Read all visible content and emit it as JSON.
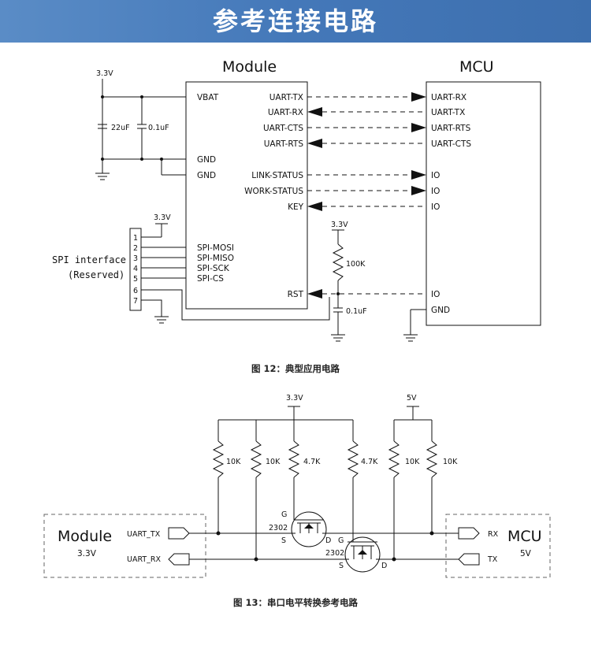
{
  "header": {
    "title": "参考连接电路"
  },
  "fig12": {
    "module_label": "Module",
    "mcu_label": "MCU",
    "supply_top": "3.3V",
    "cap_22": "22uF",
    "cap_01": "0.1uF",
    "module_left_pins": [
      "VBAT",
      "GND",
      "GND",
      "SPI-MOSI",
      "SPI-MISO",
      "SPI-SCK",
      "SPI-CS"
    ],
    "module_right_pins": [
      "UART-TX",
      "UART-RX",
      "UART-CTS",
      "UART-RTS",
      "LINK-STATUS",
      "WORK-STATUS",
      "KEY",
      "RST"
    ],
    "mcu_pins": [
      "UART-RX",
      "UART-TX",
      "UART-RTS",
      "UART-CTS",
      "IO",
      "IO",
      "IO",
      "IO",
      "GND"
    ],
    "spi_header_supply": "3.3V",
    "spi_header_pins": [
      "1",
      "2",
      "3",
      "4",
      "5",
      "6",
      "7"
    ],
    "spi_label_1": "SPI interface",
    "spi_label_2": "(Reserved)",
    "rst_supply": "3.3V",
    "rst_res": "100K",
    "rst_cap": "0.1uF",
    "caption": "图 12：典型应用电路"
  },
  "fig13": {
    "supply_33": "3.3V",
    "supply_5": "5V",
    "res_labels": [
      "10K",
      "10K",
      "4.7K",
      "4.7K",
      "10K",
      "10K"
    ],
    "module_label": "Module",
    "module_voltage": "3.3V",
    "mcu_label": "MCU",
    "mcu_voltage": "5V",
    "uart_tx": "UART_TX",
    "uart_rx": "UART_RX",
    "rx": "RX",
    "tx": "TX",
    "q1_part": "2302",
    "q2_part": "2302",
    "g": "G",
    "s": "S",
    "d": "D",
    "caption": "图 13：串口电平转换参考电路"
  }
}
